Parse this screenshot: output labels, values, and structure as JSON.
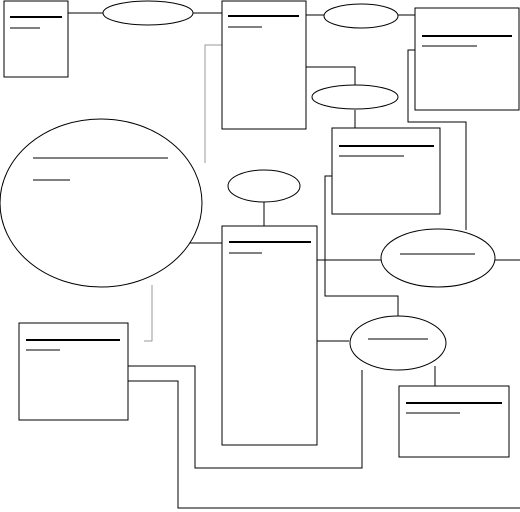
{
  "diagram": {
    "title": "",
    "line_color": "#000000",
    "background": "#ffffff",
    "entities": [
      {
        "id": "entity-a",
        "label": ""
      },
      {
        "id": "entity-b",
        "label": ""
      },
      {
        "id": "entity-c",
        "label": ""
      },
      {
        "id": "entity-d",
        "label": ""
      },
      {
        "id": "entity-e",
        "label": ""
      },
      {
        "id": "entity-f",
        "label": ""
      },
      {
        "id": "entity-g",
        "label": ""
      }
    ],
    "relationships": [
      {
        "id": "rel-1",
        "label": ""
      },
      {
        "id": "rel-2",
        "label": ""
      },
      {
        "id": "rel-3",
        "label": ""
      },
      {
        "id": "rel-4",
        "label": ""
      },
      {
        "id": "rel-5",
        "label": ""
      },
      {
        "id": "rel-6",
        "label": ""
      },
      {
        "id": "rel-7",
        "label": ""
      }
    ]
  }
}
